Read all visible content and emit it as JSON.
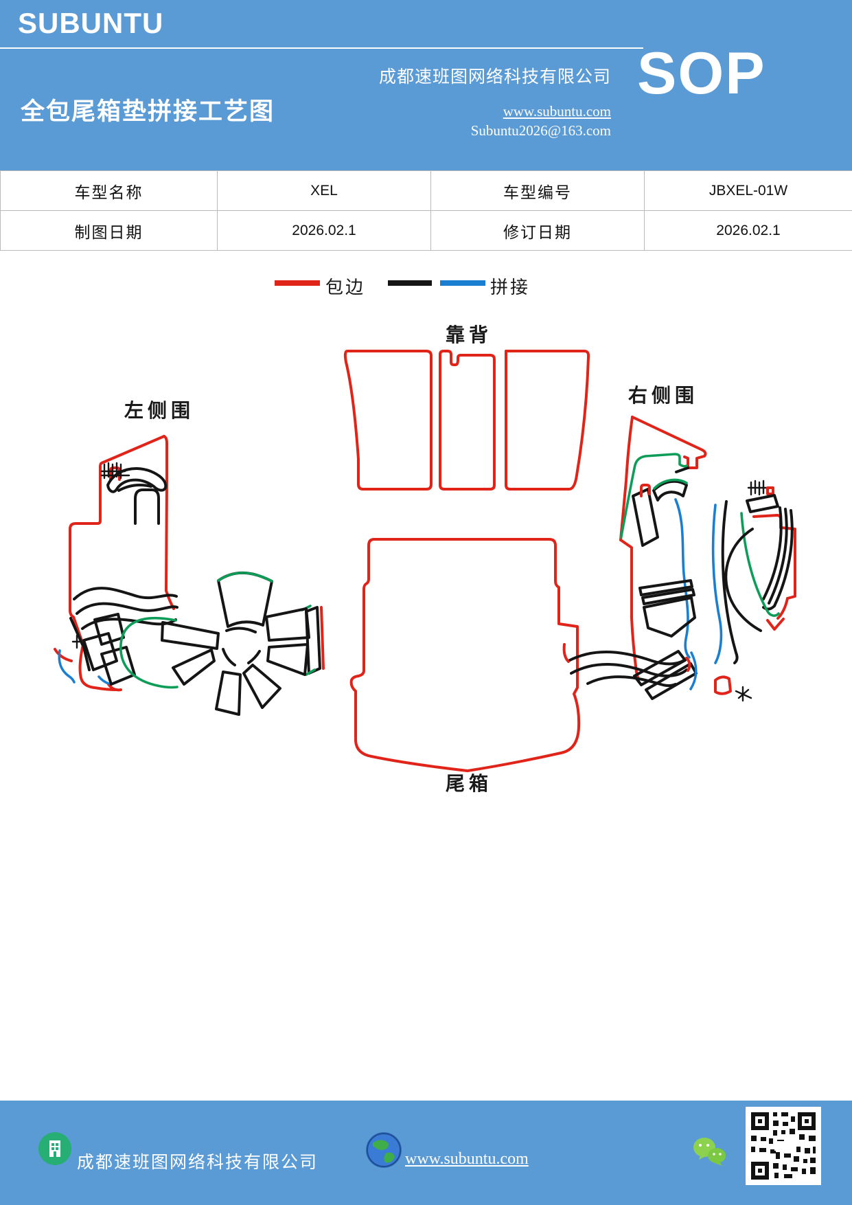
{
  "colors": {
    "header_blue": "#5b9bd5",
    "edge_red": "#e02419",
    "stitch_black": "#151515",
    "stitch_blue": "#1b7fd1",
    "seam_green": "#0e9d58"
  },
  "header": {
    "brand": "SUBUNTU",
    "title": "全包尾箱垫拼接工艺图",
    "company": "成都速班图网络科技有限公司",
    "website": "www.subuntu.com",
    "email": "Subuntu2026@163.com",
    "sop": "SOP"
  },
  "info_table": {
    "rows": [
      [
        "车型名称",
        "XEL",
        "车型编号",
        "JBXEL-01W"
      ],
      [
        "制图日期",
        "2026.02.1",
        "修订日期",
        "2026.02.1"
      ]
    ]
  },
  "legend": {
    "edge_label": "包边",
    "stitch_label": "拼接"
  },
  "diagram": {
    "backrest_label": "靠背",
    "left_side_label": "左侧围",
    "right_side_label": "右侧围",
    "trunk_label": "尾箱"
  },
  "footer": {
    "company": "成都速班图网络科技有限公司",
    "website": "www.subuntu.com"
  }
}
